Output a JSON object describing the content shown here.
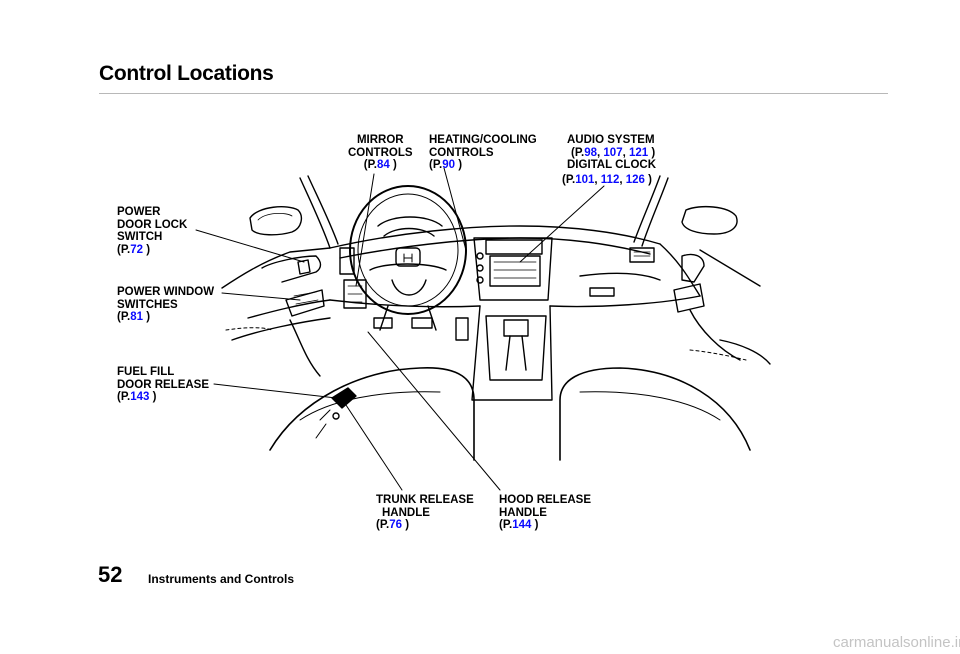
{
  "page": {
    "title": "Control Locations",
    "page_number": "52",
    "section": "Instruments and Controls",
    "watermark": "carmanualsonline.info"
  },
  "labels": {
    "mirror": {
      "lines": [
        "MIRROR",
        "CONTROLS"
      ],
      "pages": [
        "84"
      ]
    },
    "heating": {
      "lines": [
        "HEATING/COOLING",
        "CONTROLS"
      ],
      "pages": [
        "90"
      ]
    },
    "audio": {
      "lines": [
        "AUDIO SYSTEM"
      ],
      "pages": [
        "98",
        "107",
        "121"
      ]
    },
    "clock": {
      "lines": [
        "DIGITAL CLOCK"
      ],
      "pages": [
        "101",
        "112",
        "126"
      ]
    },
    "door_lock": {
      "lines": [
        "POWER",
        "DOOR LOCK",
        "SWITCH"
      ],
      "pages": [
        "72"
      ]
    },
    "window": {
      "lines": [
        "POWER WINDOW",
        "SWITCHES"
      ],
      "pages": [
        "81"
      ]
    },
    "fuel": {
      "lines": [
        "FUEL FILL",
        "DOOR RELEASE"
      ],
      "pages": [
        "143"
      ]
    },
    "trunk": {
      "lines": [
        "TRUNK RELEASE",
        "HANDLE"
      ],
      "pages": [
        "76"
      ]
    },
    "hood": {
      "lines": [
        "HOOD RELEASE",
        "HANDLE"
      ],
      "pages": [
        "144"
      ]
    }
  }
}
